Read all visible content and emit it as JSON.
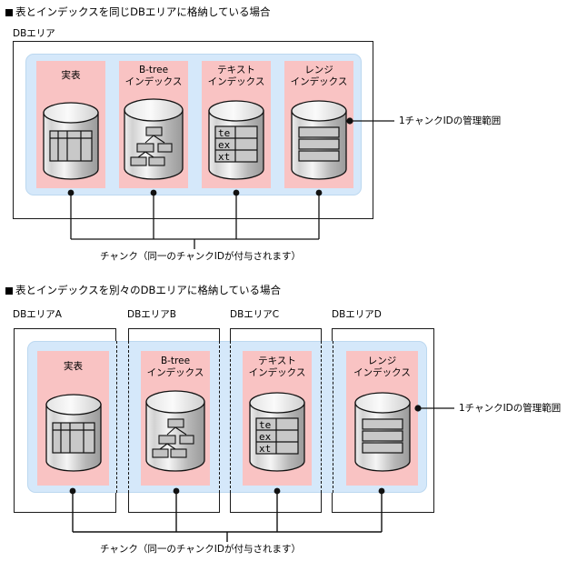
{
  "sections": [
    {
      "heading": "表とインデックスを同じDBエリアに格納している場合",
      "area_labels": [
        "DBエリア"
      ],
      "boxes": [
        {
          "title1": "実表",
          "title2": "",
          "icon": "table-icon"
        },
        {
          "title1": "B-tree",
          "title2": "インデックス",
          "icon": "btree-icon"
        },
        {
          "title1": "テキスト",
          "title2": "インデックス",
          "icon": "text-index-icon"
        },
        {
          "title1": "レンジ",
          "title2": "インデックス",
          "icon": "range-index-icon"
        }
      ],
      "side_label": "1チャンクIDの管理範囲",
      "caption": "チャンク（同一のチャンクIDが付与されます）"
    },
    {
      "heading": "表とインデックスを別々のDBエリアに格納している場合",
      "area_labels": [
        "DBエリアA",
        "DBエリアB",
        "DBエリアC",
        "DBエリアD"
      ],
      "boxes": [
        {
          "title1": "実表",
          "title2": "",
          "icon": "table-icon"
        },
        {
          "title1": "B-tree",
          "title2": "インデックス",
          "icon": "btree-icon"
        },
        {
          "title1": "テキスト",
          "title2": "インデックス",
          "icon": "text-index-icon"
        },
        {
          "title1": "レンジ",
          "title2": "インデックス",
          "icon": "range-index-icon"
        }
      ],
      "side_label": "1チャンクIDの管理範囲",
      "caption": "チャンク（同一のチャンクIDが付与されます）"
    }
  ],
  "text_index_cells": [
    "te",
    "ex",
    "xt"
  ],
  "colors": {
    "blue_zone": "#d5e8fa",
    "pink_box": "#f9c3c3",
    "line": "#1a1a1a",
    "cylinder_light": "#f2f2f2",
    "cylinder_dark": "#8e8e8e",
    "cell_fill": "#c8c8c8"
  }
}
